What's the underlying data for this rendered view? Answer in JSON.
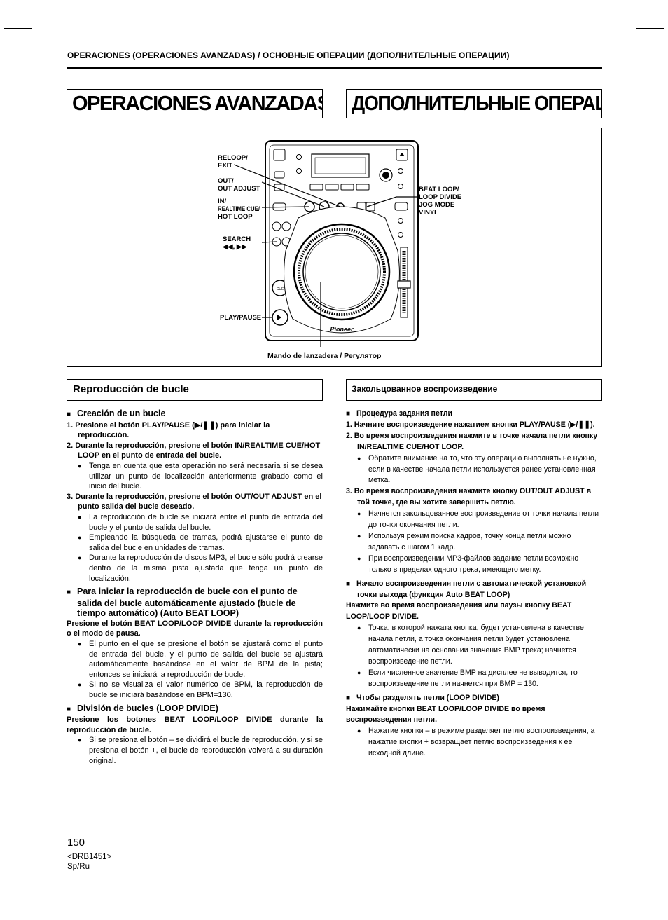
{
  "header": {
    "title": "OPERACIONES (OPERACIONES AVANZADAS) / ОСНОВНЫЕ ОПЕРАЦИИ (ДОПОЛНИТЕЛЬНЫЕ ОПЕРАЦИИ)"
  },
  "titles": {
    "es": "OPERACIONES AVANZADAS",
    "ru": "ДОПОЛНИТЕЛЬНЫЕ ОПЕРАЦИИ"
  },
  "figure": {
    "labels": {
      "reloop": "RELOOP/",
      "exit": "EXIT",
      "out": "OUT/",
      "out_adjust": "OUT ADJUST",
      "in": "IN/",
      "realtime_cue": "REALTIME CUE/",
      "hot_loop": "HOT LOOP",
      "search": "SEARCH",
      "search_symbols": "◀◀, ▶▶",
      "play_pause": "PLAY/PAUSE",
      "beat_loop": "BEAT LOOP/",
      "loop_divide": "LOOP DIVIDE",
      "jog_mode": "JOG MODE",
      "vinyl": "VINYL",
      "jog_caption": "Mando de lanzadera / Регулятор",
      "cue_button": "CUE",
      "brand": "Pioneer"
    }
  },
  "es": {
    "section_title": "Reproducción de bucle",
    "h_create": "Creación de un bucle",
    "step1": "1. Presione el botón PLAY/PAUSE (▶/❚❚) para iniciar la reproducción.",
    "step2": "2. Durante la reproducción, presione el botón IN/REALTIME CUE/HOT LOOP en el punto de entrada del bucle.",
    "step2_b1": "Tenga en cuenta que esta operación no será necesaria si se desea utilizar un punto de localización anteriormente grabado como el inicio del bucle.",
    "step3": "3. Durante la reproducción, presione el botón OUT/OUT ADJUST en el punto salida del bucle deseado.",
    "step3_b1": "La reproducción de bucle se iniciará entre el punto de entrada del bucle y el punto de salida del bucle.",
    "step3_b2": "Empleando la búsqueda de tramas, podrá ajustarse el punto de salida del bucle en unidades de tramas.",
    "step3_b3": "Durante la reproducción de discos MP3, el bucle sólo podrá crearse dentro de la misma pista ajustada que tenga un punto de localización.",
    "h_auto": "Para iniciar la reproducción de bucle con el punto de salida del bucle automáticamente ajustado (bucle de tiempo automático) (Auto BEAT LOOP)",
    "auto_instr": "Presione el botón BEAT LOOP/LOOP DIVIDE durante la reproducción o el modo de pausa.",
    "auto_b1": "El punto en el que se presione el botón se ajustará como el punto de entrada del bucle, y el punto de salida del bucle se ajustará automáticamente basándose en el valor de BPM de la pista; entonces se iniciará la reproducción de bucle.",
    "auto_b2": "Si no se visualiza el valor numérico de BPM, la reproducción de bucle se iniciará basándose en BPM=130.",
    "h_divide": "División de bucles (LOOP DIVIDE)",
    "divide_instr": "Presione los botones BEAT LOOP/LOOP DIVIDE durante la reproducción de bucle.",
    "divide_b1": "Si se presiona el botón – se dividirá el bucle de reproducción, y si se presiona el botón +, el bucle de reproducción volverá a su duración original."
  },
  "ru": {
    "section_title": "Закольцованное воспроизведение",
    "h_create": "Процедура задания петли",
    "step1": "1. Начните воспроизведение нажатием кнопки PLAY/PAUSE (▶/❚❚).",
    "step2": "2. Во время воспроизведения нажмите в точке начала петли кнопку IN/REALTIME CUE/HOT LOOP.",
    "step2_b1": "Обратите внимание на то, что эту операцию выполнять не нужно, если в качестве начала петли используется ранее установленная метка.",
    "step3": "3. Во время воспроизведения нажмите кнопку OUT/OUT ADJUST в той точке, где вы хотите завершить петлю.",
    "step3_b1": "Начнется закольцованное воспроизведение от точки начала петли до точки окончания петли.",
    "step3_b2": "Используя режим поиска кадров, точку конца петли можно задавать с шагом 1 кадр.",
    "step3_b3": "При воспроизведении MP3-файлов задание петли возможно только в пределах одного трека, имеющего метку.",
    "h_auto": "Начало воспроизведения петли с автоматической установкой точки выхода (функция Auto BEAT LOOP)",
    "auto_instr": "Нажмите во время воспроизведения или паузы кнопку BEAT LOOP/LOOP DIVIDE.",
    "auto_b1": "Точка, в которой нажата кнопка, будет установлена в качестве начала петли, а точка окончания петли будет установлена автоматически на основании значения BMP трека; начнется воспроизведение петли.",
    "auto_b2": "Если численное значение BMP на дисплее не выводится, то воспроизведение петли начнется при BMP = 130.",
    "h_divide": "Чтобы разделять петли (LOOP DIVIDE)",
    "divide_instr": "Нажимайте кнопки BEAT LOOP/LOOP DIVIDE во время воспроизведения петли.",
    "divide_b1": "Нажатие кнопки – в режиме разделяет петлю воспроизведения, а нажатие кнопки + возвращает петлю воспроизведения к ее исходной длине."
  },
  "footer": {
    "page_number": "150",
    "doc_code": "<DRB1451>",
    "lang": "Sp/Ru"
  }
}
